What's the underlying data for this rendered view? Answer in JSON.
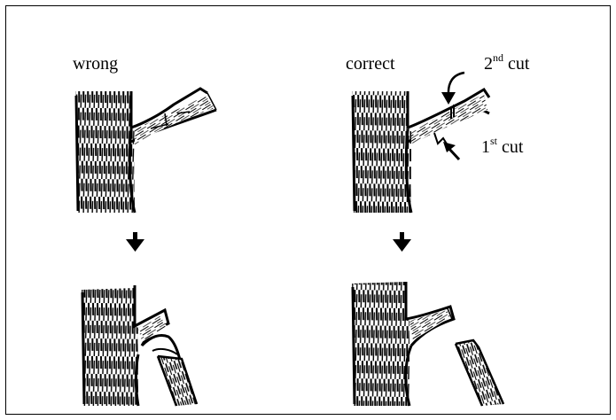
{
  "panels": {
    "wrong": {
      "label": "wrong"
    },
    "correct": {
      "label": "correct",
      "second_cut": {
        "ordinal": "2",
        "suffix": "nd",
        "word": "cut"
      },
      "first_cut": {
        "ordinal": "1",
        "suffix": "st",
        "word": "cut"
      }
    }
  },
  "colors": {
    "ink": "#000000",
    "paper": "#ffffff"
  },
  "icons": {
    "sequence_arrow": "arrow-down-icon"
  }
}
